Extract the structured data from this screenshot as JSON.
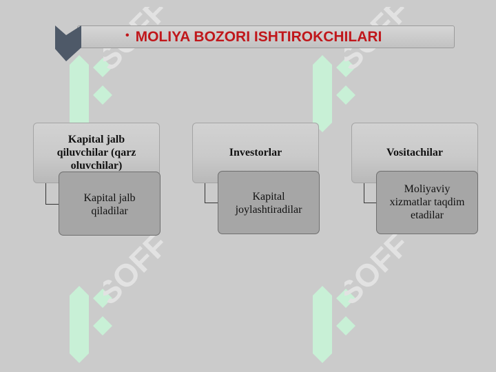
{
  "slide": {
    "title_bullet": "•",
    "title": "MOLIYA BOZORI ISHTIROKCHILARI"
  },
  "watermark": {
    "text": "SOFF"
  },
  "diagram": {
    "columns": [
      {
        "heading": "Kapital jalb qiluvchilar (qarz oluvchilar)",
        "detail": "Kapital jalb qiladilar"
      },
      {
        "heading": "Investorlar",
        "detail": "Kapital joylashtiradilar"
      },
      {
        "heading": "Vositachilar",
        "detail": "Moliyaviy xizmatlar taqdim etadilar"
      }
    ]
  },
  "colors": {
    "title": "#c0171b",
    "chevron": "#4e5968",
    "watermark": "#ffffff",
    "watermark_logo": "#c8f0d6"
  }
}
